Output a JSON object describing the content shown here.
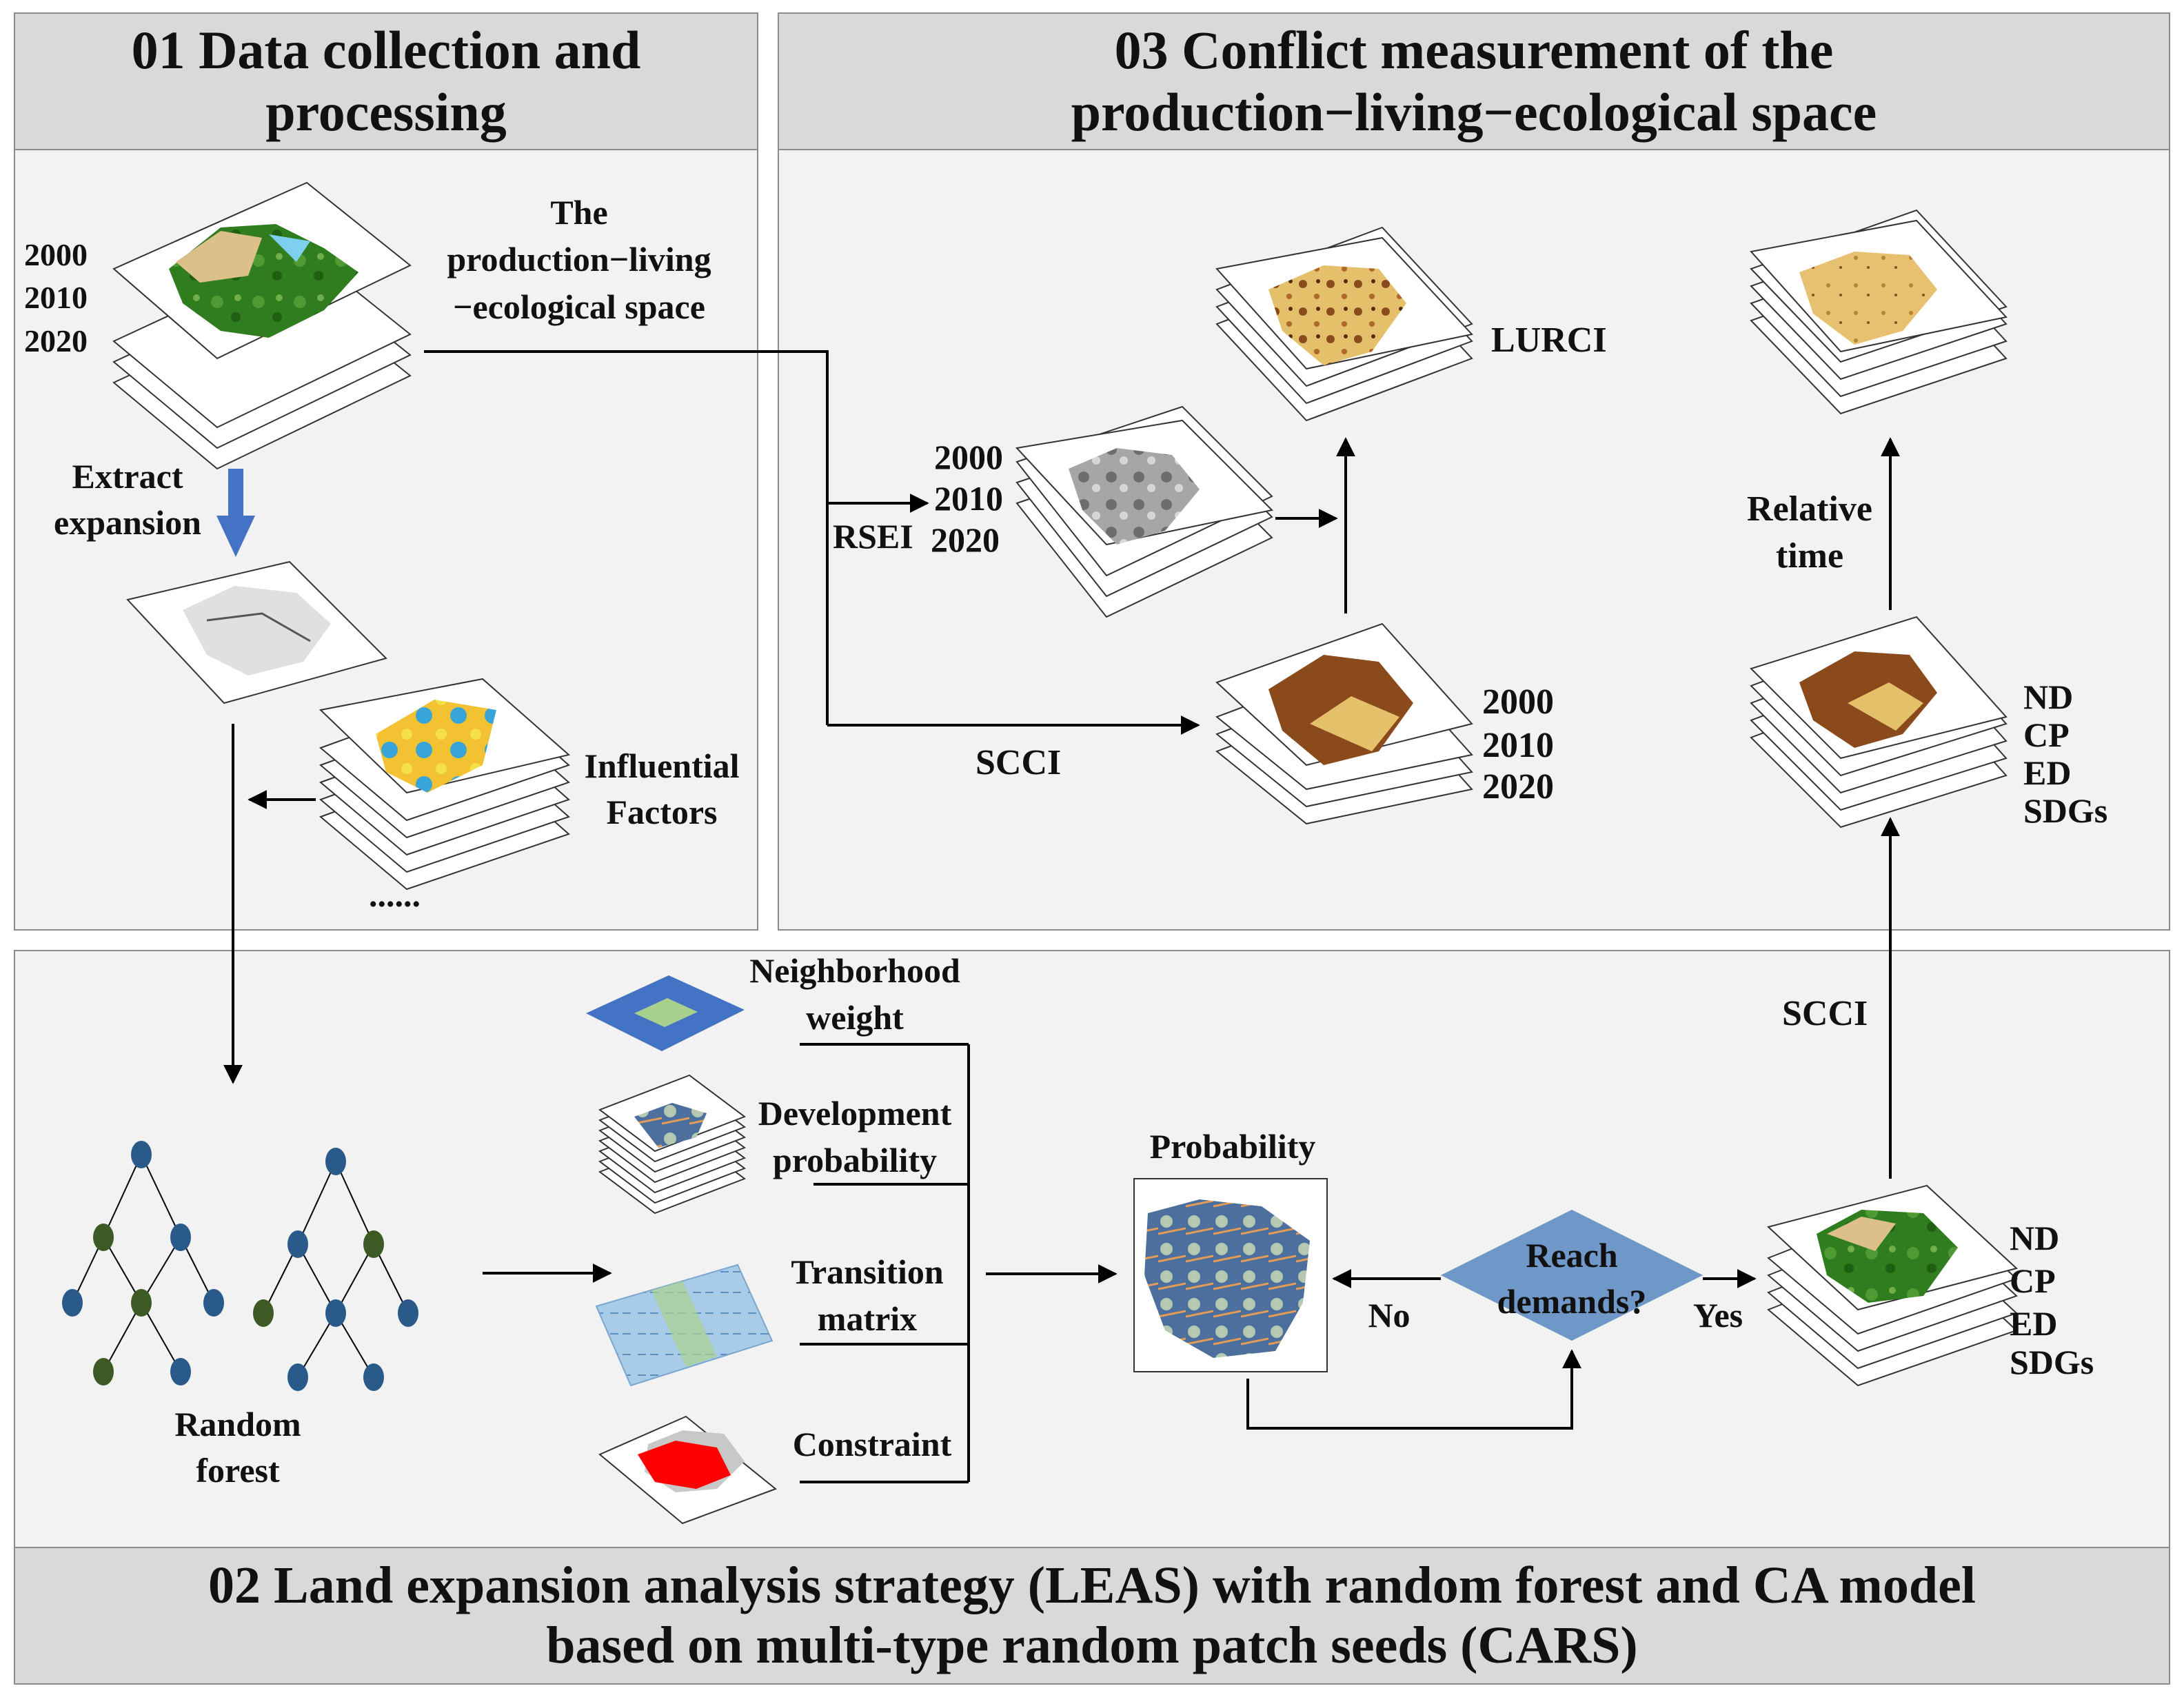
{
  "panel01": {
    "title_line1": "01 Data collection and",
    "title_line2": "processing"
  },
  "panel03": {
    "title_line1": "03 Conflict measurement of the",
    "title_line2": "production−living−ecological space"
  },
  "panel02": {
    "title_line1": "02 Land expansion analysis strategy (LEAS) with random forest and CA model",
    "title_line2": "based on multi-type random patch seeds (CARS)"
  },
  "labels": {
    "years_a": [
      "2000",
      "2010",
      "2020"
    ],
    "pls_line1": "The",
    "pls_line2": "production−living",
    "pls_line3": "−ecological space",
    "extract_line1": "Extract",
    "extract_line2": "expansion",
    "factors_line1": "Influential",
    "factors_line2": "Factors",
    "ellipsis": "......",
    "rsei": "RSEI",
    "years_rsei": [
      "2000",
      "2010",
      "2020"
    ],
    "scci_top": "SCCI",
    "years_scci": [
      "2000",
      "2010",
      "2020"
    ],
    "lurci": "LURCI",
    "relative_line1": "Relative",
    "relative_line2": "time",
    "metrics_top": [
      "ND",
      "CP",
      "ED",
      "SDGs"
    ],
    "metrics_bottom": [
      "ND",
      "CP",
      "ED",
      "SDGs"
    ],
    "scci_right": "SCCI",
    "neighborhood_line1": "Neighborhood",
    "neighborhood_line2": "weight",
    "devprob_line1": "Development",
    "devprob_line2": "probability",
    "transition_line1": "Transition",
    "transition_line2": "matrix",
    "constraint": "Constraint",
    "probability": "Probability",
    "decision_line1": "Reach",
    "decision_line2": "demands?",
    "no": "No",
    "yes": "Yes",
    "rf_line1": "Random",
    "rf_line2": "forest"
  },
  "colors": {
    "panel_bg": "#f2f2f2",
    "header_bg": "#d9d9d9",
    "border": "#8c8c8c",
    "arrow": "#000000",
    "extract_arrow": "#4472c4",
    "decision_fill": "#6f98c8",
    "tree_blue": "#2a5a8a",
    "tree_green": "#3d5a24",
    "landuse_green": "#2f7d1e",
    "landuse_tan": "#dcc08a",
    "conflict_dark": "#8b4a1c",
    "conflict_light": "#e4c06b"
  }
}
